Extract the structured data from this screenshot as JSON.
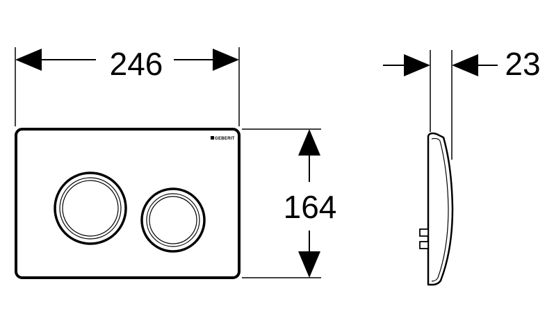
{
  "dimensions": {
    "width": "246",
    "height": "164",
    "depth": "23"
  },
  "plate": {
    "brand_label": "GEBERIT"
  },
  "colors": {
    "line": "#000000",
    "background": "#ffffff"
  }
}
